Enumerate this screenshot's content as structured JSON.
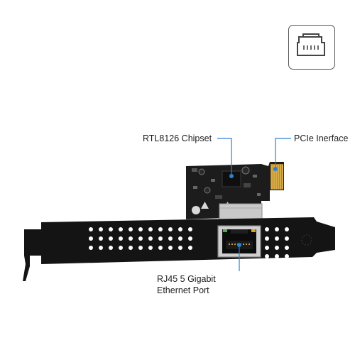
{
  "product": {
    "callouts": {
      "chipset": "RTL8126 Chipset",
      "pcie": "PCIe Inerface",
      "rj45_line1": "RJ45 5 Gigabit",
      "rj45_line2": "Ethernet Port"
    },
    "badge_icon": "ethernet-port-icon",
    "colors": {
      "pcb": "#1c1c1c",
      "bracket": "#111111",
      "gold_contacts": "#d8a53a",
      "callout_line": "#2f7fd1",
      "callout_dot": "#2f7fd1"
    }
  }
}
